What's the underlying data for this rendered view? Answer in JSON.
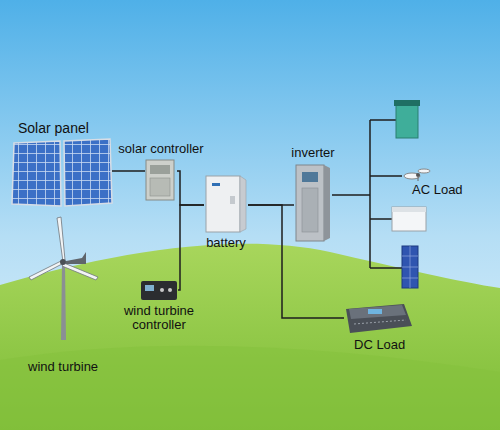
{
  "diagram": {
    "nodes": [
      {
        "text": [
          "Solar panel"
        ]
      },
      {
        "text": [
          "solar controller"
        ]
      },
      {
        "text": [
          "battery"
        ]
      },
      {
        "text": [
          "inverter"
        ]
      },
      {
        "text": [
          "AC Load"
        ]
      },
      {
        "text": [
          "wind turbine"
        ]
      },
      {
        "text": [
          "wind turbine controller"
        ]
      },
      {
        "text": [
          "DC Load"
        ]
      }
    ],
    "edges": [
      {
        "from": 0,
        "to": 1,
        "arrow": "none"
      },
      {
        "from": 1,
        "to": 2,
        "arrow": "none"
      },
      {
        "from": 6,
        "to": 2,
        "arrow": "none"
      },
      {
        "from": 2,
        "to": 3,
        "arrow": "none"
      },
      {
        "from": 3,
        "to": 4,
        "arrow": "none"
      },
      {
        "from": 2,
        "to": 7,
        "arrow": "none"
      }
    ]
  }
}
